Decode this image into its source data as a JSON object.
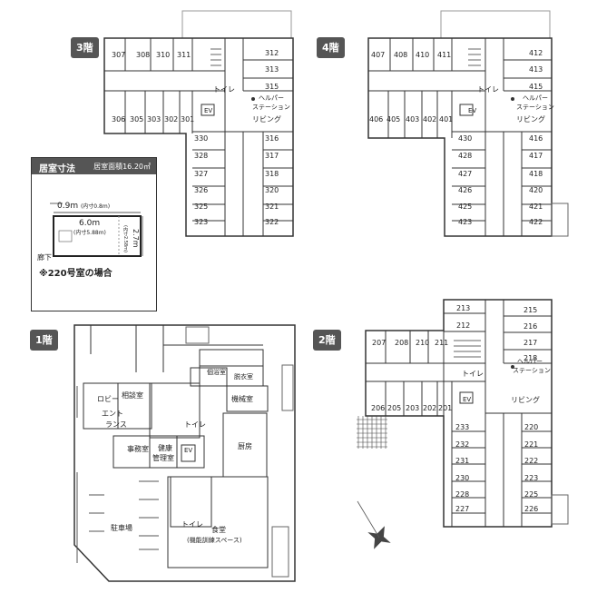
{
  "floors": {
    "f3": {
      "badge": "3階",
      "rooms_top": [
        "307",
        "308",
        "310",
        "311"
      ],
      "rooms_mid": [
        "306",
        "305",
        "303",
        "302",
        "301"
      ],
      "rooms_right_top": [
        "312",
        "313",
        "315"
      ],
      "rooms_left_col": [
        "330",
        "328",
        "327",
        "326",
        "325",
        "323"
      ],
      "rooms_right_col": [
        "316",
        "317",
        "318",
        "320",
        "321",
        "322"
      ]
    },
    "f4": {
      "badge": "4階",
      "rooms_top": [
        "407",
        "408",
        "410",
        "411"
      ],
      "rooms_mid": [
        "406",
        "405",
        "403",
        "402",
        "401"
      ],
      "rooms_right_top": [
        "412",
        "413",
        "415"
      ],
      "rooms_left_col": [
        "430",
        "428",
        "427",
        "426",
        "425",
        "423"
      ],
      "rooms_right_col": [
        "416",
        "417",
        "418",
        "420",
        "421",
        "422"
      ]
    },
    "f2": {
      "badge": "2階",
      "rooms_top": [
        "207",
        "208",
        "210",
        "211"
      ],
      "rooms_mid": [
        "206",
        "205",
        "203",
        "202",
        "201"
      ],
      "rooms_right_top": [
        "215",
        "216",
        "217",
        "218"
      ],
      "rooms_center_top": [
        "213",
        "212"
      ],
      "rooms_left_col": [
        "233",
        "232",
        "231",
        "230",
        "228",
        "227"
      ],
      "rooms_right_col": [
        "220",
        "221",
        "222",
        "223",
        "225",
        "226"
      ]
    },
    "f1": {
      "badge": "1階"
    }
  },
  "labels": {
    "toilet": "トイレ",
    "ev": "EV",
    "helper_station_1": "ヘルパー",
    "helper_station_2": "ステーション",
    "living": "リビング",
    "consult": "相談室",
    "entrance_1": "エント",
    "entrance_2": "ランス",
    "office": "事務室",
    "health_1": "健康",
    "health_2": "管理室",
    "machine": "機械室",
    "kitchen": "厨房",
    "parking": "駐車場",
    "dining_1": "食堂",
    "dining_2": "(機能訓練スペース)",
    "bath_indiv": "個浴室",
    "bath_dress": "脱衣室",
    "robby": "ロビー"
  },
  "legend": {
    "title": "居室寸法",
    "area": "居室面積16.20㎡",
    "w1": "0.9m",
    "w1_inner": "(内寸0.8m)",
    "w2": "6.0m",
    "w2_inner": "(内寸5.88m)",
    "h": "2.7m",
    "h_inner": "(内寸2.58m)",
    "corridor": "廊下",
    "note": "※220号室の場合"
  }
}
